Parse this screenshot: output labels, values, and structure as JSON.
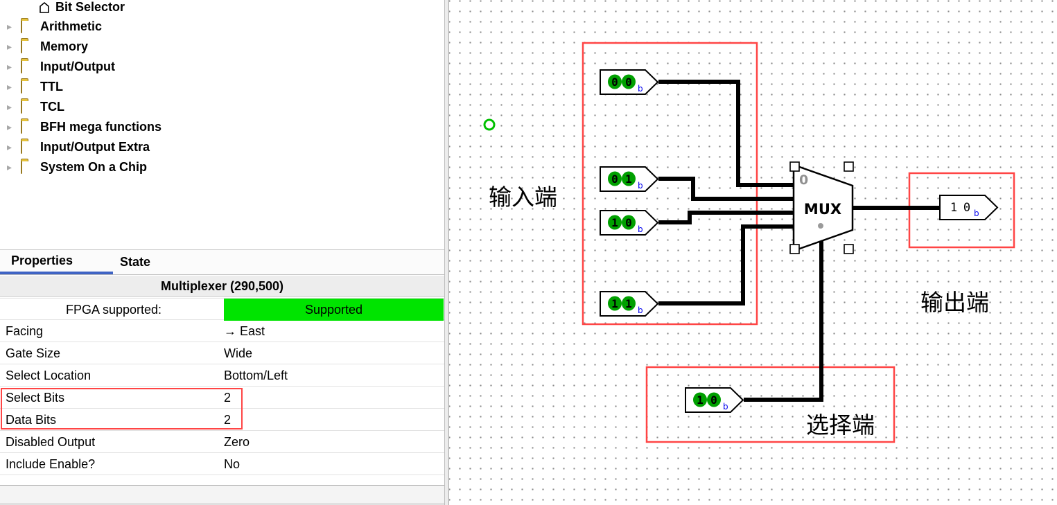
{
  "tree": {
    "items": [
      {
        "label": "Bit Selector",
        "icon": "bit-selector"
      },
      {
        "label": "Arithmetic",
        "icon": "folder"
      },
      {
        "label": "Memory",
        "icon": "folder"
      },
      {
        "label": "Input/Output",
        "icon": "folder"
      },
      {
        "label": "TTL",
        "icon": "folder"
      },
      {
        "label": "TCL",
        "icon": "folder"
      },
      {
        "label": "BFH mega functions",
        "icon": "folder"
      },
      {
        "label": "Input/Output Extra",
        "icon": "folder"
      },
      {
        "label": "System On a Chip",
        "icon": "folder"
      }
    ],
    "expand_arrow": "▸"
  },
  "tabs": {
    "properties": "Properties",
    "state": "State"
  },
  "properties": {
    "title": "Multiplexer (290,500)",
    "rows": [
      {
        "label": "FPGA supported:",
        "value": "Supported"
      },
      {
        "label": "Facing",
        "value": "→ East"
      },
      {
        "label": "Gate Size",
        "value": "Wide"
      },
      {
        "label": "Select Location",
        "value": "Bottom/Left"
      },
      {
        "label": "Select Bits",
        "value": "2"
      },
      {
        "label": "Data Bits",
        "value": "2"
      },
      {
        "label": "Disabled Output",
        "value": "Zero"
      },
      {
        "label": "Include Enable?",
        "value": "No"
      }
    ]
  },
  "canvas": {
    "annotations": {
      "input": "输入端",
      "output": "输出端",
      "select": "选择端"
    },
    "mux": {
      "label": "MUX",
      "input0_label": "0"
    },
    "pins": {
      "in1": {
        "d1": "0",
        "d2": "0",
        "sub": "b"
      },
      "in2": {
        "d1": "0",
        "d2": "1",
        "sub": "b"
      },
      "in3": {
        "d1": "1",
        "d2": "0",
        "sub": "b"
      },
      "in4": {
        "d1": "1",
        "d2": "1",
        "sub": "b"
      },
      "select": {
        "d1": "1",
        "d2": "0",
        "sub": "b"
      },
      "output": {
        "d1": "1",
        "d2": "0",
        "sub": "b"
      }
    }
  },
  "colors": {
    "supported_bg": "#00e400",
    "annotation_red": "#ff4545",
    "pin_green": "#00a000",
    "sub_blue": "#0000ee",
    "tab_underline": "#3e63c4"
  }
}
